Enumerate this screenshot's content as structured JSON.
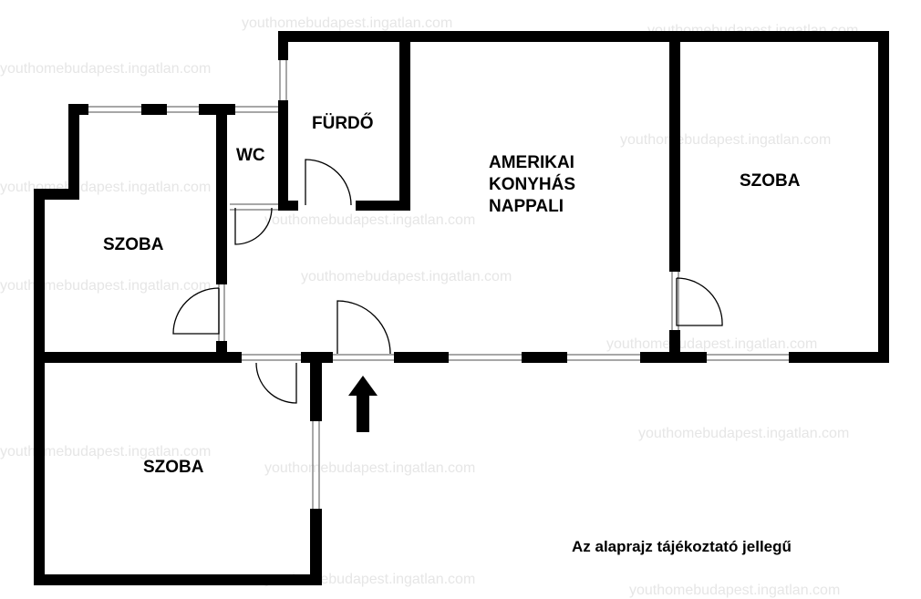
{
  "rooms": {
    "furdo": "FÜRDŐ",
    "wc": "WC",
    "nappali_line1": "AMERIKAI",
    "nappali_line2": "KONYHÁS",
    "nappali_line3": "NAPPALI",
    "szoba_right": "SZOBA",
    "szoba_left": "SZOBA",
    "szoba_bottom": "SZOBA"
  },
  "note": "Az alaprajz tájékoztató jellegű",
  "watermark": "youthomebudapest.ingatlan.com",
  "colors": {
    "wall": "#000000",
    "window": "#8a8a8a",
    "background": "#ffffff"
  },
  "icons": {
    "entrance": "up-arrow-icon"
  }
}
